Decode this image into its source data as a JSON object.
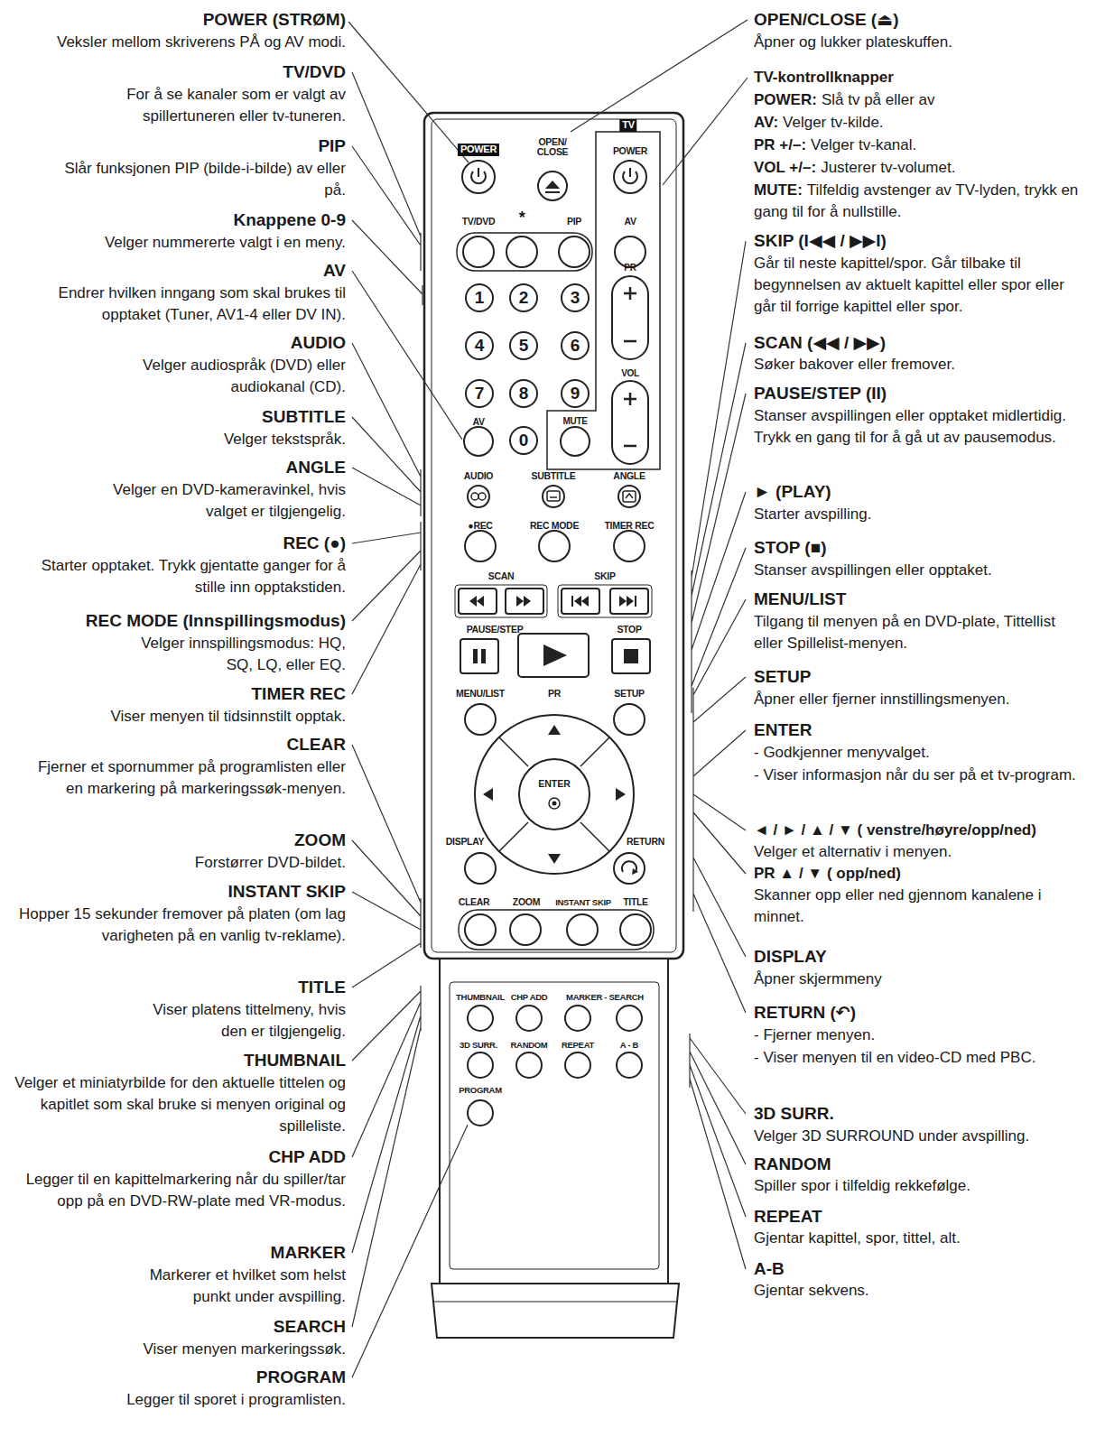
{
  "diagram": {
    "nodes": [
      {
        "text": [
          "1"
        ]
      },
      {
        "text": [
          "2"
        ]
      },
      {
        "text": [
          "3"
        ]
      },
      {
        "text": [
          "4"
        ]
      },
      {
        "text": [
          "5"
        ]
      },
      {
        "text": [
          "6"
        ]
      },
      {
        "text": [
          "7"
        ]
      },
      {
        "text": [
          "8"
        ]
      },
      {
        "text": [
          "9"
        ]
      },
      {
        "text": [
          "0"
        ]
      },
      {
        "text": [
          "ENTER"
        ]
      }
    ],
    "labels": [
      "POWER (STRØM)",
      "Veksler mellom skriverens PÅ og AV modi.",
      "TV/DVD",
      "For å se kanaler som er valgt av spillertuneren eller tv-tuneren.",
      "PIP",
      "Slår funksjonen PIP (bilde-i-bilde) av eller på.",
      "Knappene 0-9",
      "Velger nummererte valgt i en meny.",
      "AV",
      "Endrer hvilken inngang som skal brukes til opptaket (Tuner, AV1-4 eller DV IN).",
      "AUDIO",
      "Velger audiospråk (DVD) eller audiokanal (CD).",
      "SUBTITLE",
      "Velger tekstspråk.",
      "ANGLE",
      "Velger en DVD-kameravinkel, hvis valget er tilgjengelig.",
      "REC (●)",
      "Starter opptaket. Trykk gjentatte ganger for å stille inn opptakstiden.",
      "REC MODE (Innspillingsmodus)",
      "Velger innspillingsmodus: HQ, SQ, LQ, eller EQ.",
      "TIMER REC",
      "Viser menyen til tidsinnstilt opptak.",
      "CLEAR",
      "Fjerner et spornummer på programlisten eller en markering på markeringssøk-menyen.",
      "ZOOM",
      "Forstørrer DVD-bildet.",
      "INSTANT SKIP",
      "Hopper 15 sekunder fremover på platen (om lag varigheten på en vanlig tv-reklame).",
      "TITLE",
      "Viser platens tittelmeny, hvis den er tilgjengelig.",
      "THUMBNAIL",
      "Velger et miniatyrbilde for den aktuelle tittelen og kapitlet som skal bruke si menyen original og spilleliste.",
      "CHP ADD",
      "Legger til en kapittelmarkering når du spiller/tar opp på en DVD-RW-plate med VR-modus.",
      "MARKER",
      "Markerer et hvilket som helst punkt under avspilling.",
      "SEARCH",
      "Viser menyen markeringssøk.",
      "PROGRAM",
      "Legger til sporet i programlisten.",
      "OPEN/CLOSE (⏏)",
      "Åpner og lukker plateskuffen.",
      "TV-kontrollknapper",
      "POWER:",
      "Slå tv på eller av",
      "AV:",
      "Velger tv-kilde.",
      "PR +/–:",
      "Velger tv-kanal.",
      "VOL +/–:",
      "Justerer tv-volumet.",
      "MUTE:",
      "Tilfeldig avstenger av TV-lyden, trykk en gang til for å nullstille.",
      "SKIP (I◀◀ / ▶▶I)",
      "Går til neste kapittel/spor. Går tilbake til begynnelsen av aktuelt kapittel eller spor eller går til forrige kapittel eller spor.",
      "SCAN (◀◀ / ▶▶)",
      "Søker bakover eller fremover.",
      "PAUSE/STEP (II)",
      "Stanser avspillingen eller opptaket midlertidig. Trykk en gang til for å gå ut av pausemodus.",
      "► (PLAY)",
      "Starter avspilling.",
      "STOP (■)",
      "Stanser avspillingen eller opptaket.",
      "MENU/LIST",
      "Tilgang til menyen på en DVD-plate, Tittellist eller Spillelist-menyen.",
      "SETUP",
      "Åpner eller fjerner innstillingsmenyen.",
      "ENTER",
      "- Godkjenner menyvalget.",
      "- Viser informasjon når du ser på et tv-program.",
      "◄ / ► / ▲ / ▼ ( venstre/høyre/opp/ned)",
      "Velger et alternativ i menyen.",
      "PR ▲ / ▼ ( opp/ned)",
      "Skanner opp eller ned gjennom kanalene i minnet.",
      "DISPLAY",
      "Åpner skjermmeny",
      "RETURN (↶)",
      "- Fjerner menyen.",
      "- Viser menyen til en video-CD med PBC.",
      "3D SURR.",
      "Velger 3D SURROUND under avspilling.",
      "RANDOM",
      "Spiller spor i tilfeldig rekkefølge.",
      "REPEAT",
      "Gjentar kapittel, spor, tittel, alt.",
      "A-B",
      "Gjentar sekvens.",
      "POWER",
      "OPEN/ CLOSE",
      "TV",
      "POWER",
      "TV/DVD",
      "*",
      "PIP",
      "AV",
      "PR",
      "VOL",
      "AV",
      "MUTE",
      "AUDIO",
      "SUBTITLE",
      "ANGLE",
      "●REC",
      "REC MODE",
      "TIMER REC",
      "SCAN",
      "SKIP",
      "PAUSE/STEP",
      "STOP",
      "MENU/LIST",
      "PR",
      "SETUP",
      "DISPLAY",
      "RETURN",
      "CLEAR",
      "ZOOM",
      "INSTANT SKIP",
      "TITLE",
      "THUMBNAIL",
      "CHP ADD",
      "MARKER - SEARCH",
      "3D SURR.",
      "RANDOM",
      "REPEAT",
      "A - B",
      "PROGRAM"
    ]
  }
}
